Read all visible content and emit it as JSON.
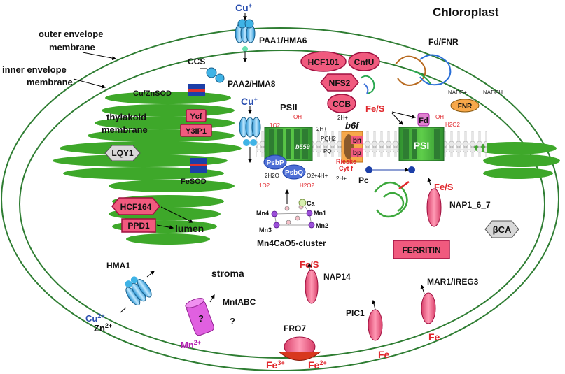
{
  "title": "Chloroplast",
  "membranes": {
    "outer": [
      "outer envelope",
      "membrane"
    ],
    "inner": [
      "inner envelope",
      "membrane"
    ],
    "thylakoid": [
      "thylakoid",
      "membrane"
    ]
  },
  "transporters": {
    "paa1": "PAA1/HMA6",
    "paa2": "PAA2/HMA8",
    "ccs": "CCS",
    "cuznsod": "Cu/ZnSOD",
    "fesod": "FeSOD",
    "hma1": "HMA1",
    "mntabc": "MntABC",
    "fro7": "FRO7",
    "pic1": "PIC1",
    "mar1": "MAR1/IREG3",
    "nap14": "NAP14",
    "nap1": "NAP1_6_7"
  },
  "ions": {
    "cu_plus": "Cu",
    "cu_plus_sup": "+",
    "cu2": "Cu",
    "cu2_sup": "2+",
    "zn2": "Zn",
    "zn2_sup": "2+",
    "mn2": "Mn",
    "mn2_sup": "2+",
    "fe3": "Fe",
    "fe3_sup": "3+",
    "fe2": "Fe",
    "fe2_sup": "2+",
    "fe": "Fe",
    "fes": "Fe/S"
  },
  "proteins": {
    "ycf": "Ycf",
    "y3ip1": "Y3IP1",
    "lqy1": "LQY1",
    "hcf164": "HCF164",
    "ppd1": "PPD1",
    "hcf101": "HCF101",
    "cnfu": "CnfU",
    "nfs2": "NFS2",
    "ccb": "CCB",
    "fdfnr": "Fd/FNR",
    "fnr": "FNR",
    "fd": "Fd",
    "nadp": "NADP+",
    "nadph": "NADPH",
    "ferritin": "FERRITIN",
    "bca": "βCA"
  },
  "complexes": {
    "psii": "PSII",
    "b6f": "b6f",
    "psi": "PSI",
    "psbp": "PsbP",
    "psbq": "PsbQ",
    "b559": "b559",
    "bn": "bn",
    "bp": "bp",
    "rieske": "Rieske",
    "cytf": "Cyt f",
    "pc": "Pc",
    "pq": "PQ",
    "pqh2": "PQH2",
    "h2o": "2H2O",
    "o2": "O2+4H+",
    "h2": "2H+",
    "oh": "OH",
    "h2o2": "H2O2",
    "singlet_o2": "1O2"
  },
  "cluster": {
    "ca": "Ca",
    "mn1": "Mn1",
    "mn2": "Mn2",
    "mn3": "Mn3",
    "mn4": "Mn4",
    "name": "Mn4CaO5-cluster"
  },
  "regions": {
    "lumen": "lumen",
    "stroma": "stroma",
    "unknown1": "?",
    "unknown2": "?"
  }
}
